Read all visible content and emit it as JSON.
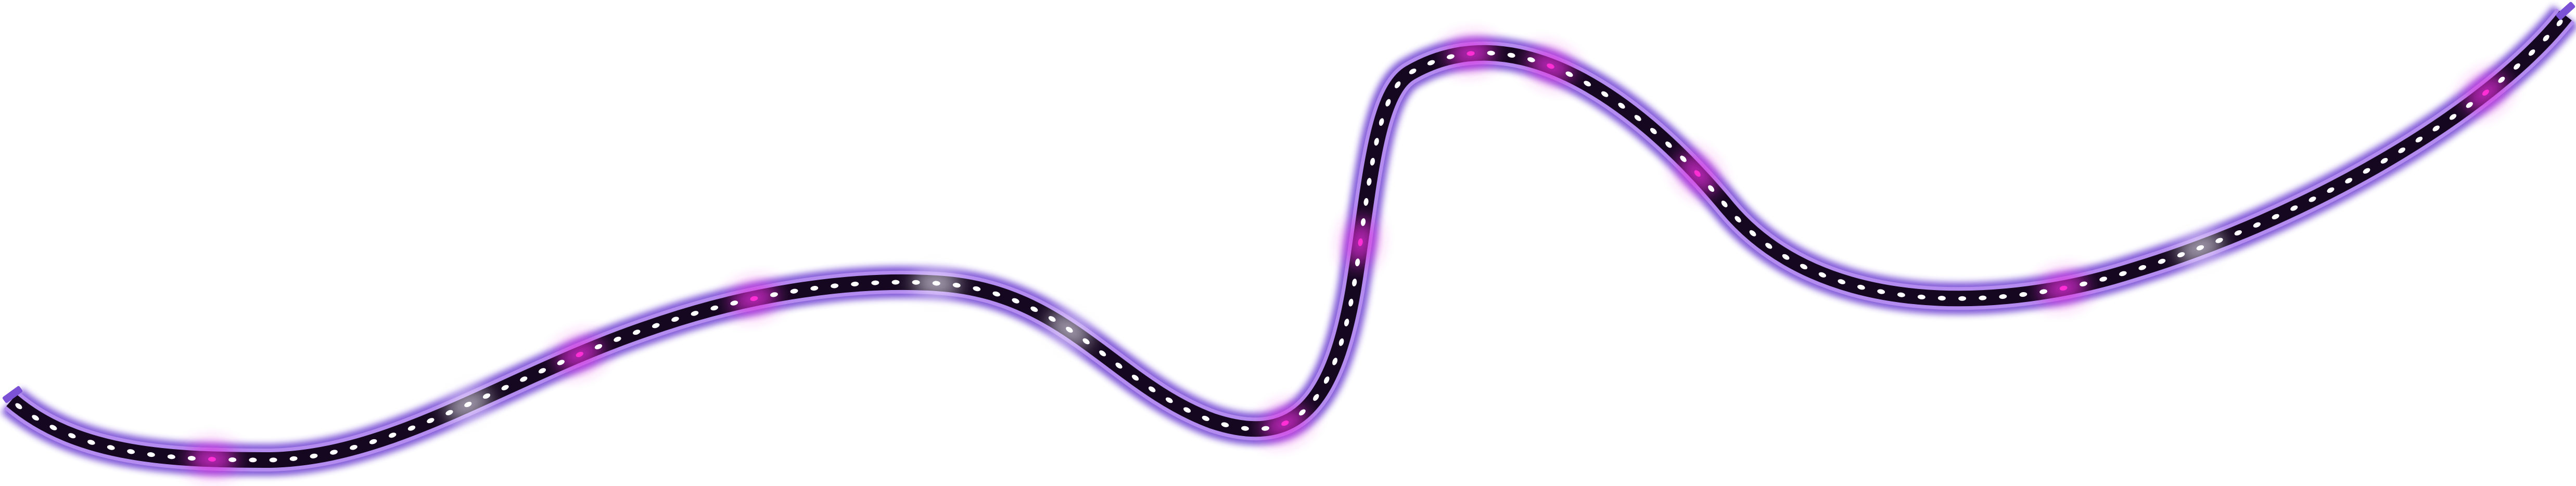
{
  "scene": {
    "subject": "led-light-strip",
    "background_color": "#ffffff"
  },
  "colors": {
    "outer_glow": "#7b52d6",
    "inner_glow": "#b48cf0",
    "strip_body": "#14071f",
    "led_white": "#ffffff",
    "led_pink": "#ff2fd5",
    "led_magenta_glow": "#e62fe0",
    "led_soft_white_glow": "#f4eefe"
  },
  "icons": {
    "strip": "led-strip-icon",
    "led": "led-dot-icon"
  },
  "led_pattern": {
    "dot_count": 150,
    "highlighted": [
      {
        "index": 10,
        "color": "pink"
      },
      {
        "index": 23,
        "color": "white"
      },
      {
        "index": 29,
        "color": "pink"
      },
      {
        "index": 38,
        "color": "pink"
      },
      {
        "index": 47,
        "color": "white"
      },
      {
        "index": 54,
        "color": "white"
      },
      {
        "index": 66,
        "color": "pink"
      },
      {
        "index": 76,
        "color": "pink"
      },
      {
        "index": 88,
        "color": "pink"
      },
      {
        "index": 92,
        "color": "pink"
      },
      {
        "index": 101,
        "color": "pink"
      },
      {
        "index": 121,
        "color": "pink"
      },
      {
        "index": 128,
        "color": "white"
      },
      {
        "index": 144,
        "color": "pink"
      }
    ]
  }
}
